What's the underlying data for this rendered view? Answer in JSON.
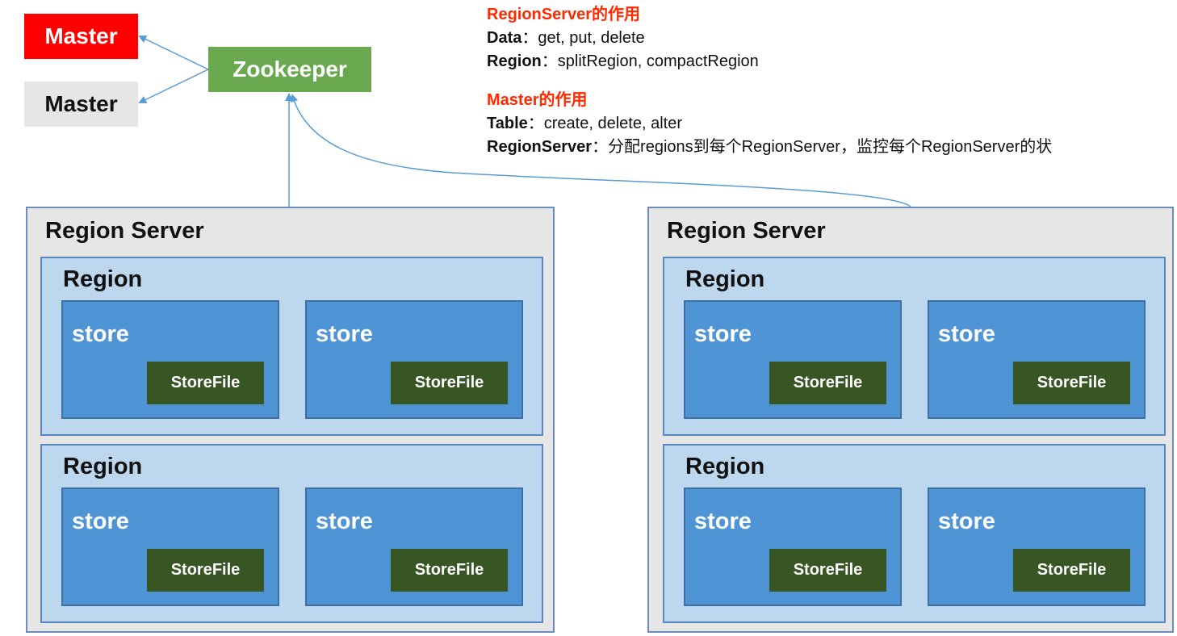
{
  "masters": {
    "active": "Master",
    "standby": "Master"
  },
  "zookeeper": "Zookeeper",
  "notes": {
    "regionserver_heading": "RegionServer的作用",
    "data_label": "Data",
    "data_ops": "：get, put, delete",
    "region_label": "Region",
    "region_ops": "：splitRegion, compactRegion",
    "master_heading": "Master的作用",
    "table_label": "Table",
    "table_ops": "：create, delete, alter",
    "rs_label": "RegionServer",
    "rs_ops": "：分配regions到每个RegionServer，监控每个RegionServer的状"
  },
  "labels": {
    "region_server": "Region Server",
    "region": "Region",
    "store": "store",
    "storefile": "StoreFile"
  },
  "colors": {
    "master_active": "#ff0000",
    "master_standby": "#e6e6e6",
    "zookeeper": "#6aa84f",
    "region_server": "#e6e6e6",
    "region": "#bdd7ee",
    "store": "#4f94d4",
    "storefile": "#375623",
    "connector": "#5b9bd5"
  }
}
